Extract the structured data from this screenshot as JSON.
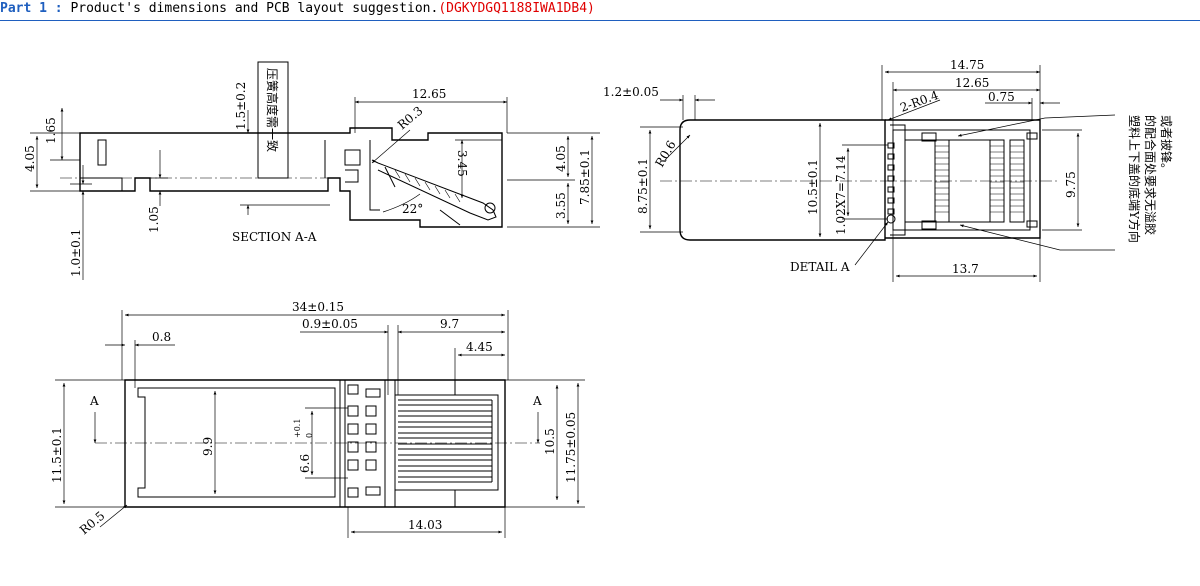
{
  "header": {
    "part": "Part 1",
    "colon": " : ",
    "title": "Product's dimensions and PCB layout suggestion.",
    "paren_open": "(",
    "code": "DGKYDGQ1188IWA1DB4",
    "paren_close": ")"
  },
  "colors": {
    "part": "#1f5fbf",
    "code": "#e00000",
    "rule": "#1f5fbf"
  },
  "section_view": {
    "caption": "SECTION  A-A",
    "note": "压簧高度需一致",
    "dims": {
      "d_1_65": "1.65",
      "d_4_05_left": "4.05",
      "d_1_0": "1.0±0.1",
      "d_1_05": "1.05",
      "d_1_5": "1.5±0.2",
      "d_12_65": "12.65",
      "r_0_3": "R0.3",
      "d_3_45": "3.45",
      "d_4_05_right": "4.05",
      "d_7_85": "7.85±0.1",
      "d_3_55": "3.55",
      "ang_22": "22°"
    }
  },
  "side_view": {
    "detail": "DETAIL A",
    "note_lines": [
      "塑料上下盖的底端Y方向",
      "的配合面处要求无溢胶",
      "或者披锋。"
    ],
    "dims": {
      "d_1_2": "1.2±0.05",
      "d_14_75": "14.75",
      "d_12_65": "12.65",
      "r_2": "2-R0.4",
      "d_0_75": "0.75",
      "r_0_6": "R0.6",
      "d_8_75": "8.75±0.1",
      "d_10_5": "10.5±0.1",
      "d_pitch": "1.02X7=7.14",
      "d_9_75": "9.75",
      "d_13_7": "13.7"
    }
  },
  "bottom_view": {
    "label_a_left": "A",
    "label_a_right": "A",
    "dims": {
      "d_34": "34±0.15",
      "d_0_8": "0.8",
      "d_0_9": "0.9±0.05",
      "d_9_7": "9.7",
      "d_4_45": "4.45",
      "d_11_5": "11.5±0.1",
      "d_9_9": "9.9",
      "d_6_6": "6.6",
      "tol_plus": "+0.1",
      "tol_zero": "0",
      "d_10_5": "10.5",
      "d_11_75": "11.75±0.05",
      "r_0_5": "R0.5",
      "d_14_03": "14.03"
    }
  }
}
